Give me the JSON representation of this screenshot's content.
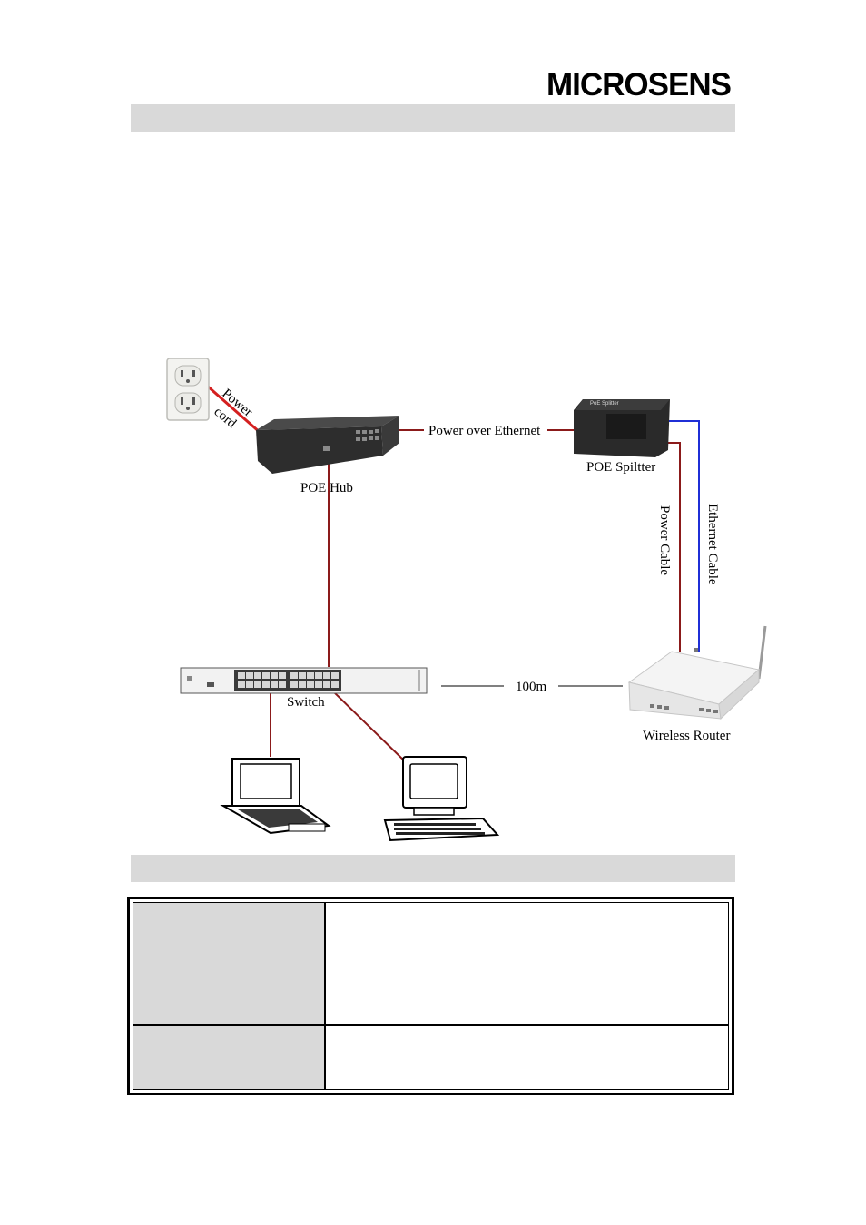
{
  "brand": {
    "logo_text": "MICROSENS"
  },
  "diagram": {
    "labels": {
      "power_cord_line1": "Power",
      "power_cord_line2": "cord",
      "poe_hub": "POE Hub",
      "power_over_ethernet": "Power over Ethernet",
      "poe_splitter": "POE Spiltter",
      "splitter_face_text": "PoE Splitter",
      "power_cable": "Power Cable",
      "ethernet_cable": "Ethernet Cable",
      "switch": "Switch",
      "distance": "100m",
      "wireless_router": "Wireless Router"
    },
    "colors": {
      "power_line": "#8b1a1a",
      "ethernet_line": "#1f2fd6",
      "power_cord": "#d42020",
      "device_dark": "#2a2a2a"
    }
  },
  "icons": [
    "wall-outlet-icon",
    "poe-hub-icon",
    "poe-splitter-icon",
    "switch-icon",
    "laptop-icon",
    "desktop-computer-icon",
    "wireless-router-icon"
  ]
}
